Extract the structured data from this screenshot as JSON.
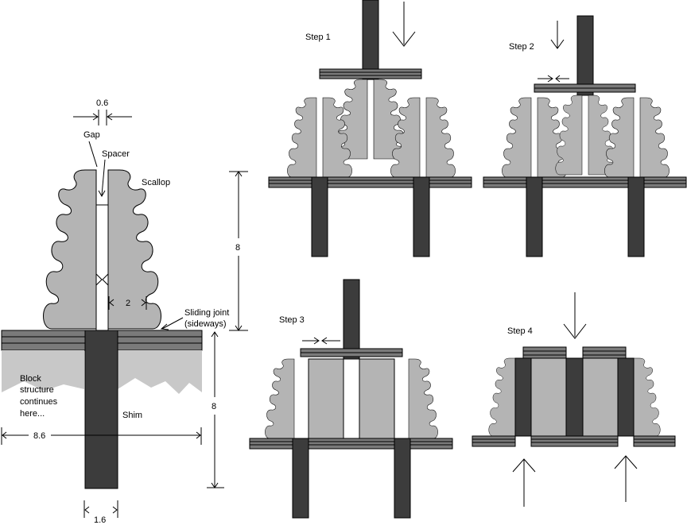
{
  "labels": {
    "gap_dim": "0.6",
    "gap": "Gap",
    "spacer": "Spacer",
    "scallop": "Scallop",
    "scallop_width": "2",
    "sliding_joint_1": "Sliding joint",
    "sliding_joint_2": "(sideways)",
    "block_1": "Block",
    "block_2": "structure",
    "block_3": "continues",
    "block_4": "here...",
    "shim": "Shim",
    "width_dim": "8.6",
    "height_upper": "8",
    "height_lower": "8",
    "shim_width": "1.6"
  },
  "steps": [
    "Step 1",
    "Step 2",
    "Step 3",
    "Step 4"
  ],
  "colors": {
    "scallop_fill": "#b4b4b4",
    "plate_fill": "#7a7a7a",
    "shim_fill": "#3c3c3c",
    "block_fill": "#c8c8c8",
    "outline": "#000000"
  }
}
